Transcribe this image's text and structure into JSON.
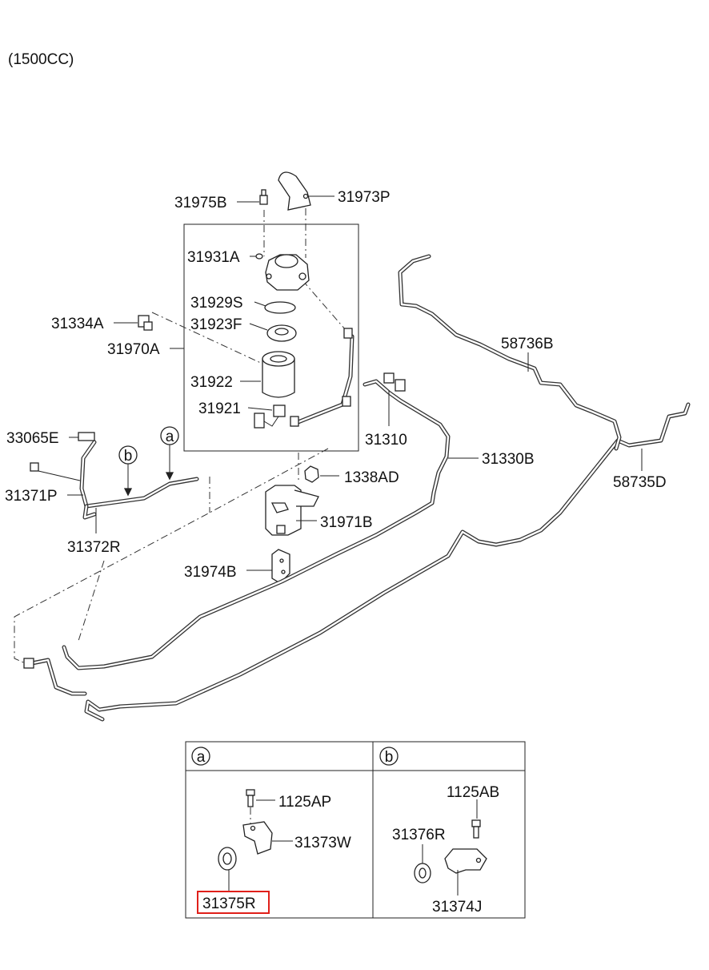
{
  "header": {
    "engine": "(1500CC)"
  },
  "labels": {
    "p31975B": "31975B",
    "p31973P": "31973P",
    "p31931A": "31931A",
    "p31929S": "31929S",
    "p31923F": "31923F",
    "p31334A": "31334A",
    "p31970A": "31970A",
    "p31922": "31922",
    "p31921": "31921",
    "p33065E": "33065E",
    "p31371P": "31371P",
    "p31372R": "31372R",
    "p1338AD": "1338AD",
    "p31971B": "31971B",
    "p31974B": "31974B",
    "p31310": "31310",
    "p31330B": "31330B",
    "p58736B": "58736B",
    "p58735D": "58735D"
  },
  "callouts": {
    "a": "a",
    "b": "b"
  },
  "detail_a": {
    "header": "a",
    "p1125AP": "1125AP",
    "p31373W": "31373W",
    "p31375R": "31375R",
    "highlight_color": "#e0201a"
  },
  "detail_b": {
    "header": "b",
    "p1125AB": "1125AB",
    "p31376R": "31376R",
    "p31374J": "31374J"
  }
}
